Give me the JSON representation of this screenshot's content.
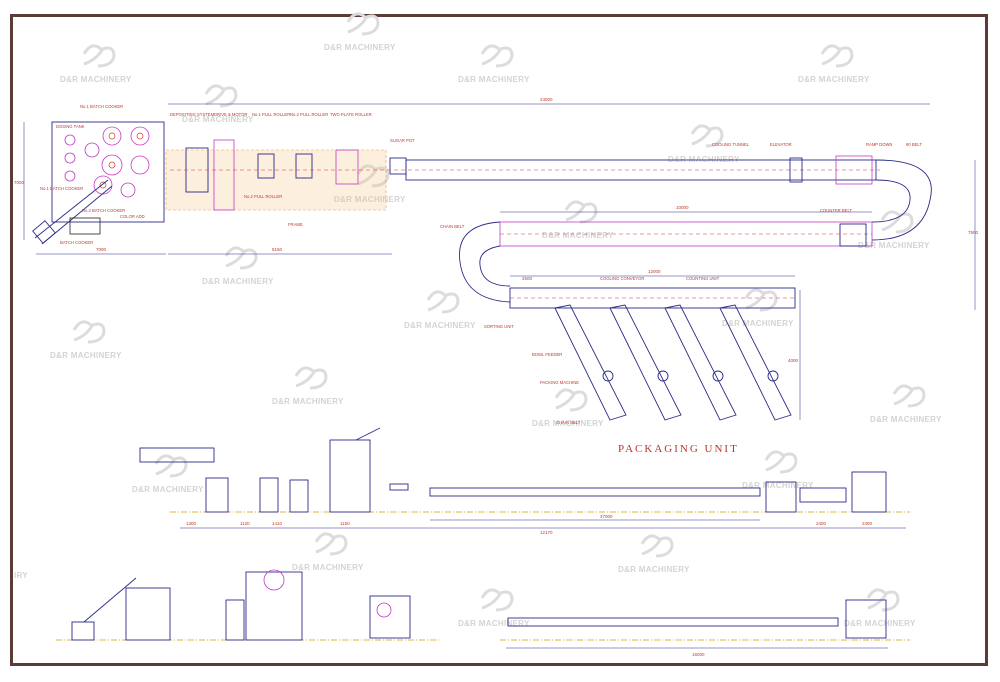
{
  "watermark": {
    "brand": "D&R MACHINERY",
    "partial_left": "IRY"
  },
  "packaging_title": "PACKAGING UNIT",
  "plan_labels": [
    "No.1 BATCH COOKER",
    "DOSING TANK",
    "No.1 BATCH COOKER",
    "No.2 BATCH COOKER",
    "COLOR ADD",
    "BATCH COOKER",
    "DEPOSITING SYSTEM",
    "DRIVE & MOTOR",
    "No.1 PULL ROLLER",
    "No.2 PULL ROLLER",
    "TWO PLATE ROLLER",
    "No.2 PULL ROLLER",
    "SUGAR POT",
    "COOLING TUNNEL",
    "ELEVATOR",
    "RAMP DOWN",
    "90 BELT",
    "COUNTER BELT",
    "CHAIN BELT",
    "COOLING CONVEYOR",
    "COUNTING UNIT",
    "SORTING UNIT",
    "BOWL FEEDER",
    "PACKING MACHINE",
    "CHAIN BELT",
    "FRAME"
  ],
  "dims": {
    "plan_overall": "24000",
    "plan_left": "7000",
    "plan_mid": "5150",
    "plan_height": "7000",
    "tunnel_length": "10000",
    "tunnel_mid": "12000",
    "loop_left": "2500",
    "side_right": "7500",
    "branch_drop": "4000",
    "elev_a": "1300",
    "elev_b": "1120",
    "elev_c": "1410",
    "elev_d": "1150",
    "elev_total": "12170",
    "elev_tunnel": "37000",
    "elev_r1": "2400",
    "elev_r2": "2400",
    "bottom_overall": "16000"
  },
  "colors": {
    "line": "#2b2b8a",
    "accent": "#d43a2f",
    "magenta": "#c43ac4",
    "border": "#5a3b36"
  }
}
